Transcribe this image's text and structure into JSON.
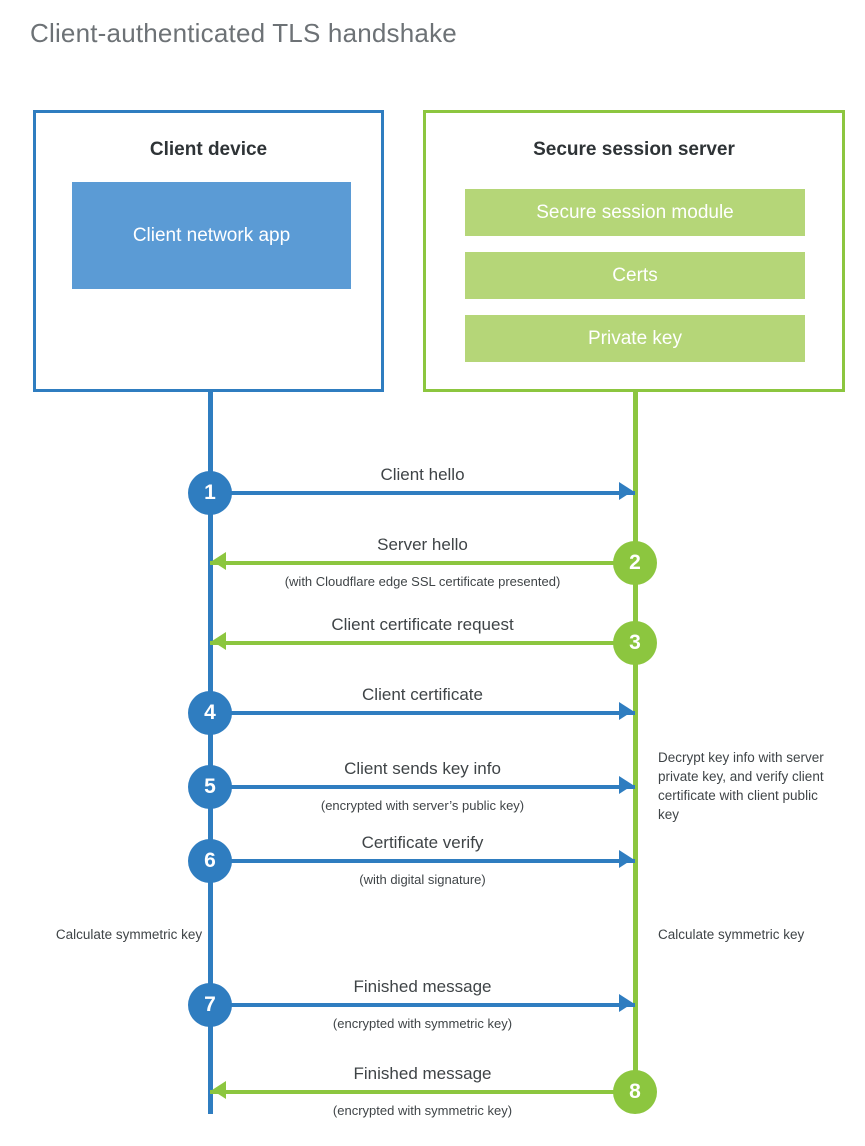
{
  "title": "Client-authenticated TLS handshake",
  "colors": {
    "client_blue": "#2f7dc0",
    "client_app_fill": "#5b9bd5",
    "server_green": "#8cc63f",
    "server_bar_fill": "#b5d678",
    "text": "#3f4447",
    "title_text": "#6d7276",
    "background": "#ffffff"
  },
  "client": {
    "title": "Client device",
    "app_label": "Client network\napp"
  },
  "server": {
    "title": "Secure session server",
    "modules": [
      {
        "label": "Secure session module"
      },
      {
        "label": "Certs"
      },
      {
        "label": "Private key"
      }
    ]
  },
  "steps": [
    {
      "number": "1",
      "label": "Client hello",
      "sub": "",
      "direction": "client-to-server",
      "color": "blue"
    },
    {
      "number": "2",
      "label": "Server hello",
      "sub": "(with Cloudflare edge SSL certificate presented)",
      "direction": "server-to-client",
      "color": "green"
    },
    {
      "number": "3",
      "label": "Client certificate request",
      "sub": "",
      "direction": "server-to-client",
      "color": "green"
    },
    {
      "number": "4",
      "label": "Client certificate",
      "sub": "",
      "direction": "client-to-server",
      "color": "blue"
    },
    {
      "number": "5",
      "label": "Client sends key info",
      "sub": "(encrypted with server’s public key)",
      "direction": "client-to-server",
      "color": "blue"
    },
    {
      "number": "6",
      "label": "Certificate verify",
      "sub": "(with digital signature)",
      "direction": "client-to-server",
      "color": "blue"
    },
    {
      "number": "7",
      "label": "Finished message",
      "sub": "(encrypted with symmetric key)",
      "direction": "client-to-server",
      "color": "blue"
    },
    {
      "number": "8",
      "label": "Finished message",
      "sub": "(encrypted with symmetric key)",
      "direction": "server-to-client",
      "color": "green"
    }
  ],
  "annotations": {
    "server_decrypt": "Decrypt key info with server private key, and verify client certificate with client public key",
    "client_calc_key": "Calculate symmetric key",
    "server_calc_key": "Calculate symmetric key"
  }
}
